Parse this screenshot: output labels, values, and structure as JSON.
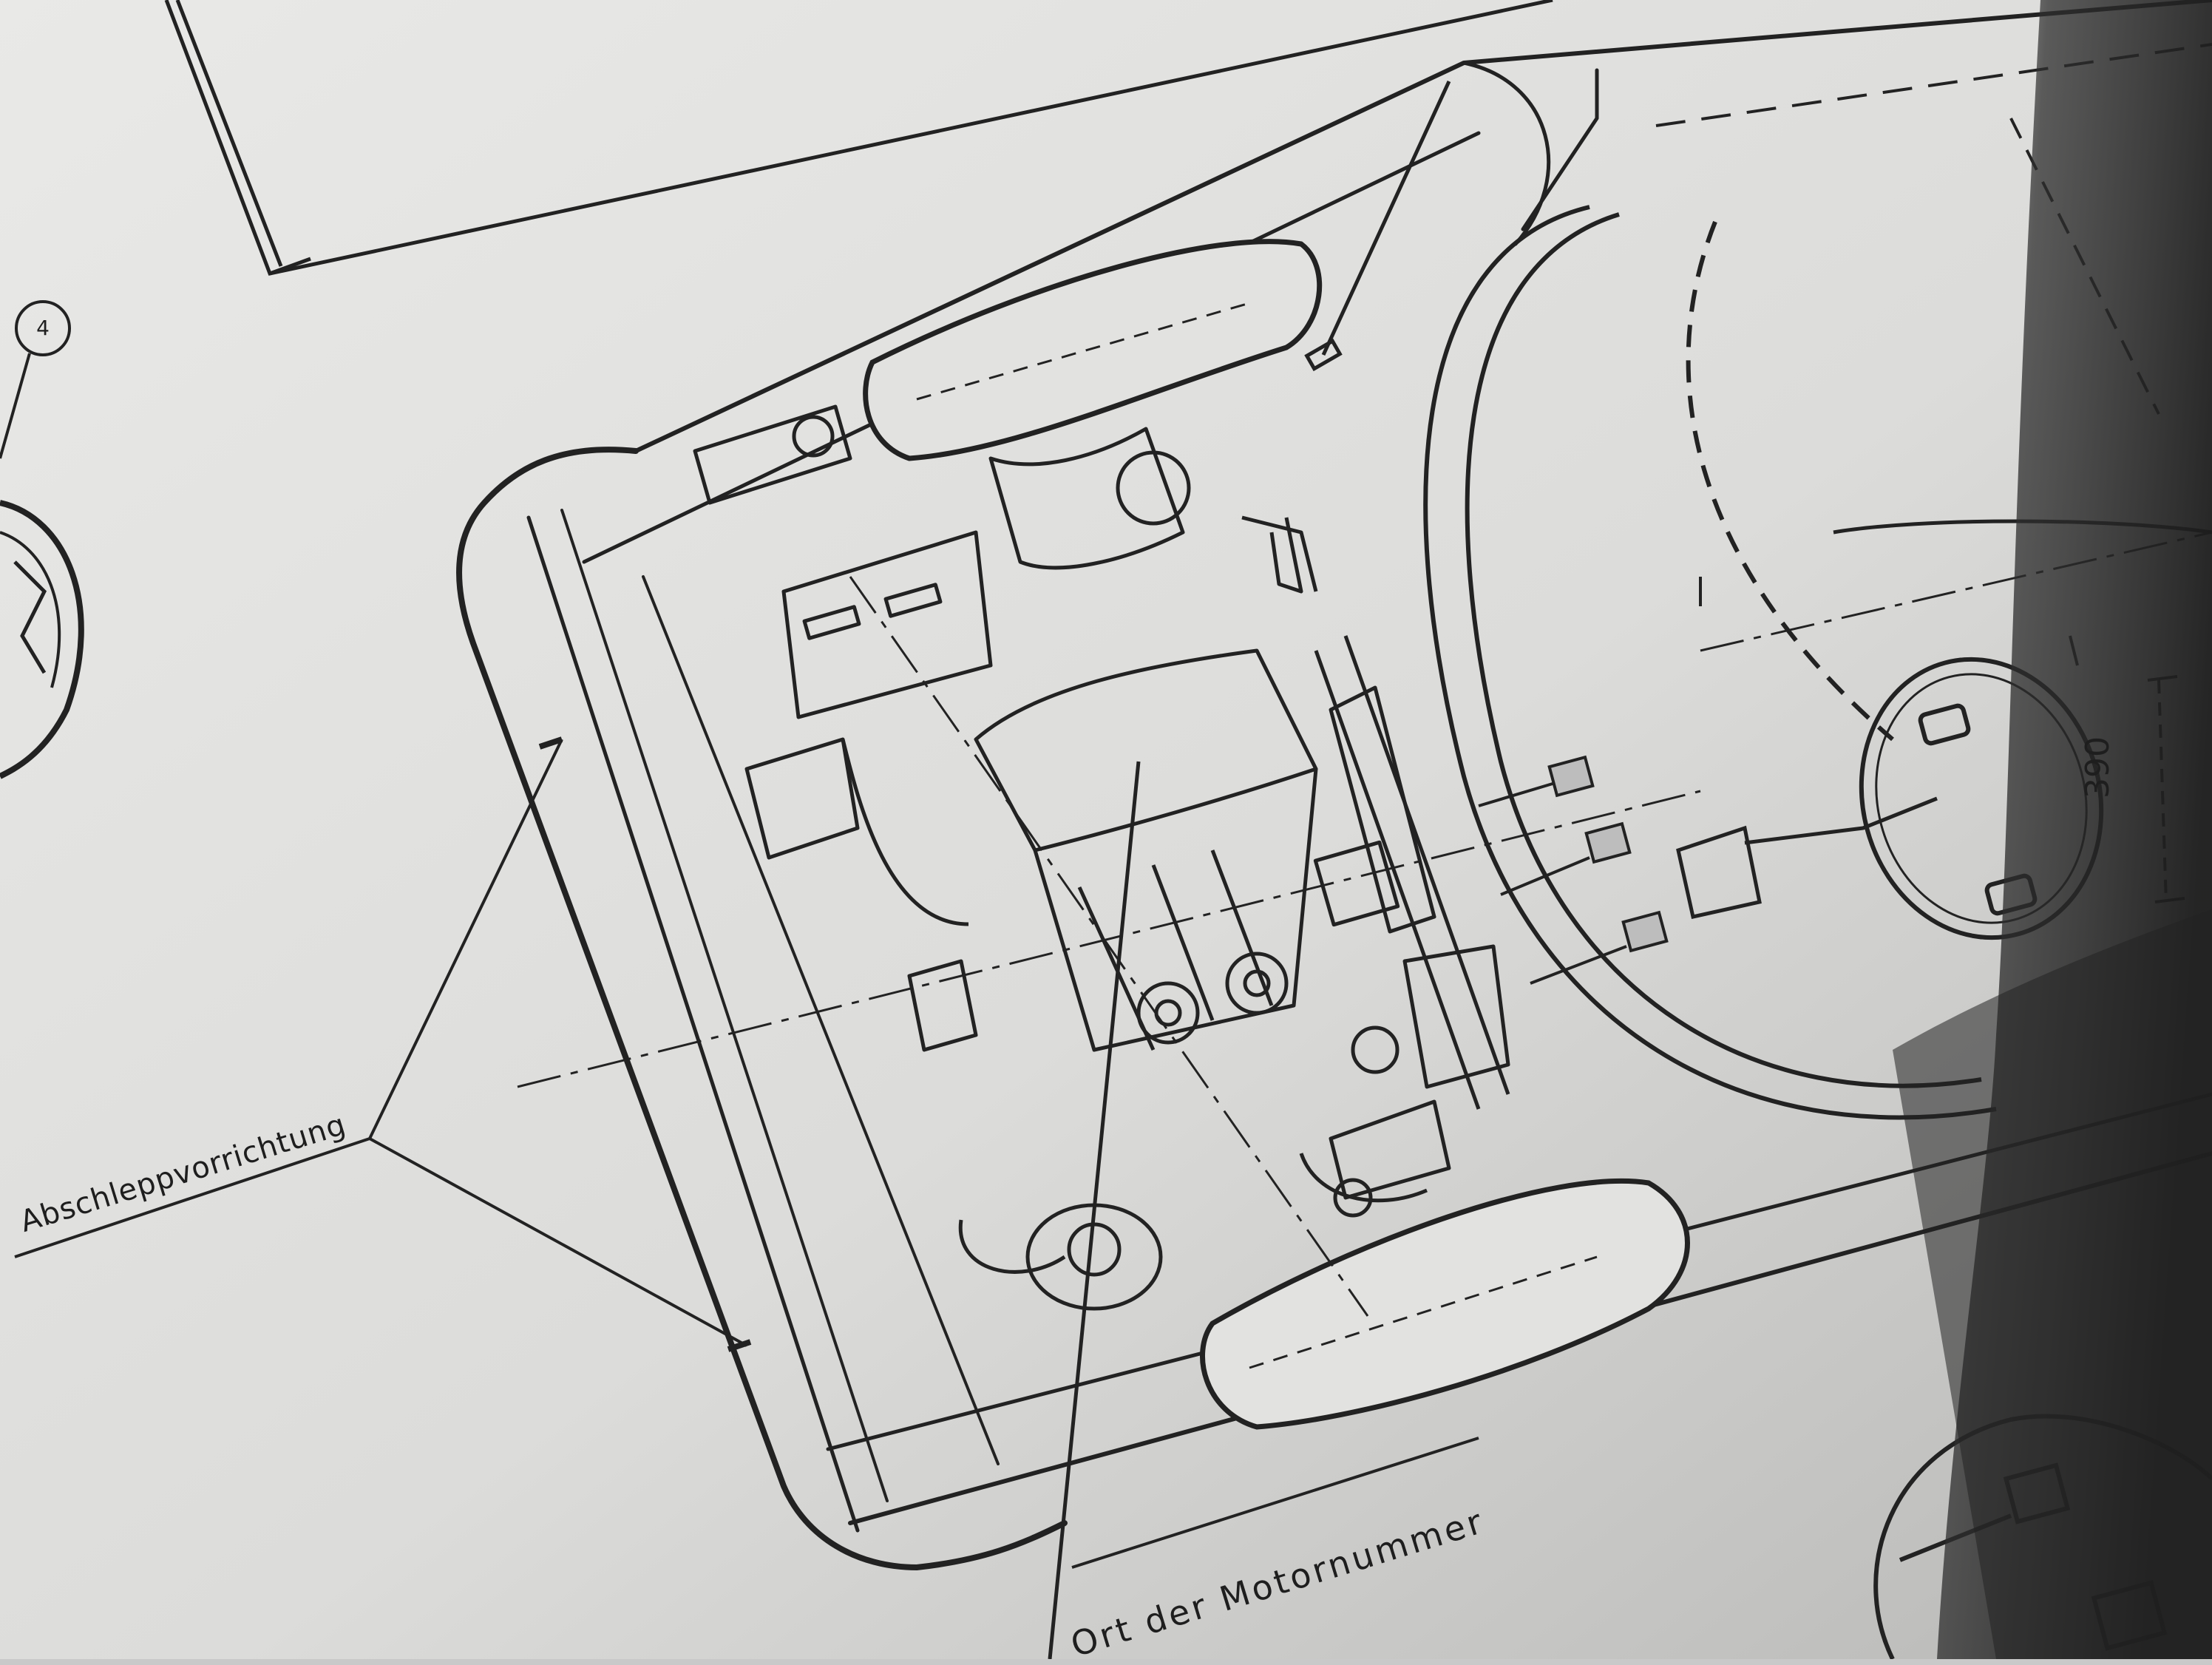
{
  "drawing": {
    "labels": {
      "towing_device": "Abschleppvorrichtung",
      "engine_number_location": "Ort der Motornummer",
      "detail_marker": "4",
      "dimension": "390"
    },
    "colors": {
      "paper": "#e8e8e6",
      "paper_shadow": "#2a2a2a",
      "ink": "#1e1e1e",
      "background": "#c9c9c9"
    }
  }
}
